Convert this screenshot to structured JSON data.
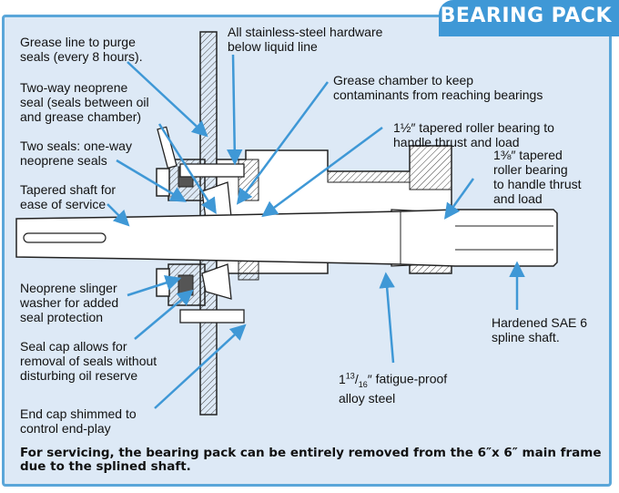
{
  "title": "BEARING PACK",
  "labels": {
    "grease_line": [
      "Grease line to purge",
      "seals (every 8 hours)."
    ],
    "hardware": [
      "All stainless-steel hardware",
      "below liquid line"
    ],
    "grease_chamber": [
      "Grease chamber to keep",
      "contaminants from reaching bearings"
    ],
    "two_way_seal": [
      "Two-way neoprene",
      "seal (seals between oil",
      "and grease chamber)"
    ],
    "bearing_large_size": "1½″",
    "bearing_large": [
      " tapered roller bearing to",
      "handle thrust and load"
    ],
    "one_way_seals": [
      "Two seals: one-way",
      "neoprene seals"
    ],
    "bearing_small_size": "1⅜″",
    "bearing_small": [
      " tapered",
      "roller bearing",
      "to handle thrust",
      "and load"
    ],
    "tapered_shaft": [
      "Tapered shaft for",
      "ease of service"
    ],
    "slinger": [
      "Neoprene slinger",
      "washer for added",
      "seal protection"
    ],
    "spline_shaft": [
      "Hardened SAE 6",
      "spline shaft."
    ],
    "seal_cap": [
      "Seal cap allows for",
      "removal of seals without",
      "disturbing oil reserve"
    ],
    "alloy_size": "1<sup>13</sup>/<sub>16</sub>″",
    "alloy": [
      " fatigue-proof",
      "alloy steel"
    ],
    "end_cap": [
      "End cap shimmed to",
      "control end-play"
    ]
  },
  "footer": "For servicing, the bearing pack can be entirely removed from the 6″x 6″ main frame due to the splined shaft.",
  "colors": {
    "panel_bg": "#dde9f6",
    "accent": "#3f98d6",
    "arrow": "#3f98d6",
    "metal": "#222222"
  }
}
